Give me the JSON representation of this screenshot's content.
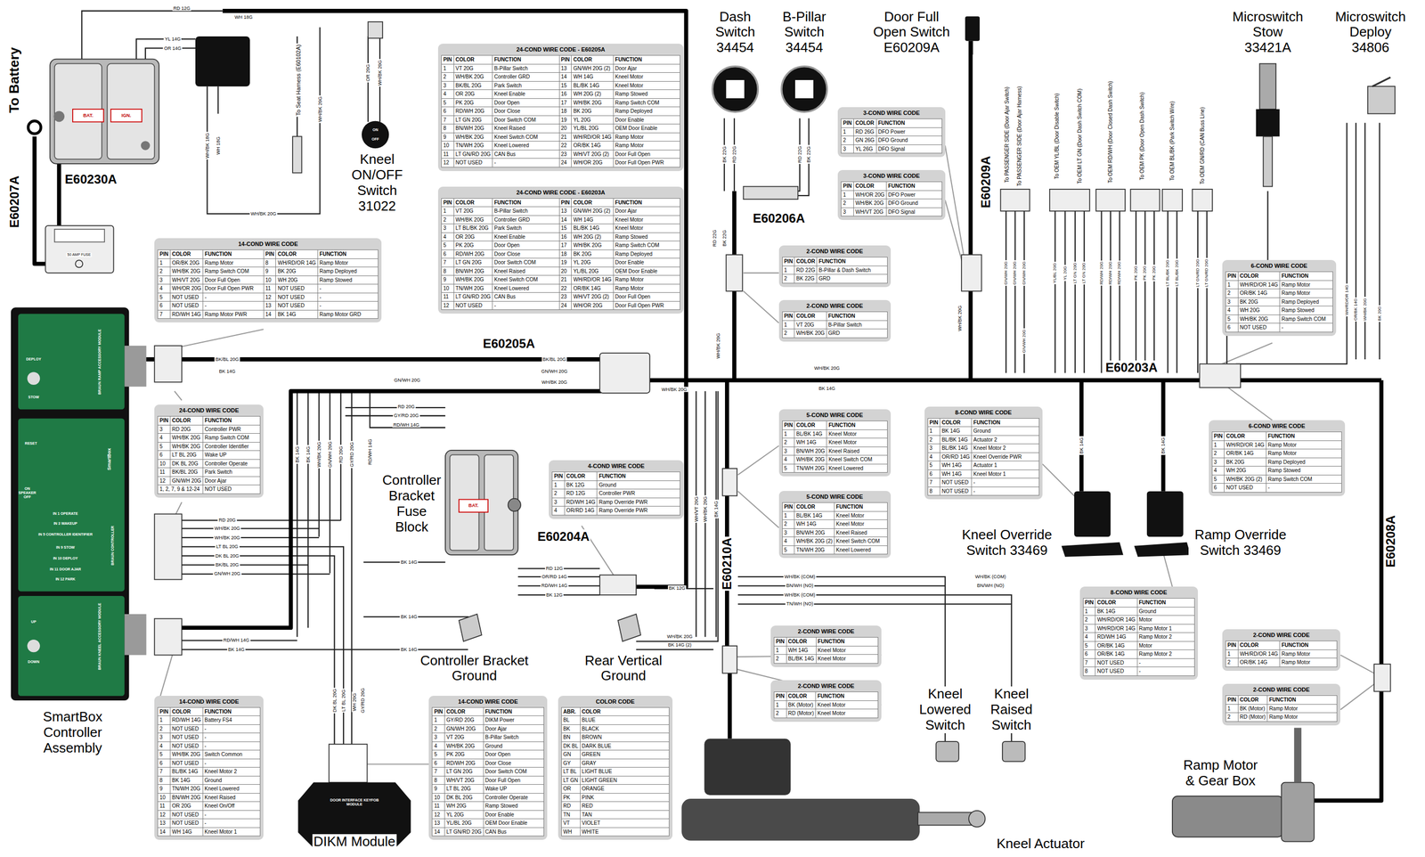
{
  "diagram": {
    "nodes": [
      {
        "text": [
          "24-COND WIRE CODE - E60205A",
          "PIN",
          "COLOR",
          "FUNCTION",
          "PIN",
          "COLOR",
          "FUNCTION",
          "1",
          "VT 20G",
          "B-Pillar Switch",
          "13",
          "GN/WH 20G (2)",
          "Door Ajar",
          "2",
          "WH/BK 20G",
          "Controller GRD",
          "14",
          "WH 14G",
          "Kneel Motor",
          "3",
          "BK/BL 20G",
          "Park Switch",
          "15",
          "BL/BK 14G",
          "Kneel Motor",
          "4",
          "OR 20G",
          "Kneel Enable",
          "16",
          "WH 20G (2)",
          "Ramp Stowed",
          "5",
          "PK 20G",
          "Door Open",
          "17",
          "WH/BK 20G",
          "Ramp Switch COM",
          "6",
          "RD/WH 20G",
          "Door Close",
          "18",
          "BK 20G",
          "Ramp Deployed",
          "7",
          "LT GN 20G",
          "Door Switch COM",
          "19",
          "YL 20G",
          "Door Enable",
          "8",
          "BN/WH 20G",
          "Kneel Raised",
          "20",
          "YL/BL 20G",
          "OEM Door Enable",
          "9",
          "WH/BK 20G",
          "Kneel Switch COM",
          "21",
          "WH/RD/OR 14G",
          "Ramp Motor",
          "10",
          "TN/WH 20G",
          "Kneel Lowered",
          "22",
          "OR/BK 14G",
          "Ramp Motor",
          "11",
          "LT GN/RD 20G",
          "CAN Bus",
          "23",
          "WH/VT 20G (2)",
          "Door Full Open",
          "12",
          "NOT USED",
          "-",
          "24",
          "WH/OR 20G",
          "Door Full Open PWR"
        ]
      },
      {
        "text": [
          "24-COND WIRE CODE - E60203A",
          "PIN",
          "COLOR",
          "FUNCTION",
          "PIN",
          "COLOR",
          "FUNCTION",
          "1",
          "VT 20G",
          "B-Pillar Switch",
          "13",
          "GN/WH 20G (2)",
          "Door Ajar",
          "2",
          "WH/BK 20G",
          "Controller GRD",
          "14",
          "WH 14G",
          "Kneel Motor",
          "3",
          "LT BL/BK 20G",
          "Park Switch",
          "15",
          "BL/BK 14G",
          "Kneel Motor",
          "4",
          "OR 20G",
          "Kneel Enable",
          "16",
          "WH 20G (2)",
          "Ramp Stowed",
          "5",
          "PK 20G",
          "Door Open",
          "17",
          "WH/BK 20G",
          "Ramp Switch COM",
          "6",
          "RD/WH 20G",
          "Door Close",
          "18",
          "BK 20G",
          "Ramp Deployed",
          "7",
          "LT GN 20G",
          "Door Switch COM",
          "19",
          "YL 20G",
          "Door Enable",
          "8",
          "BN/WH 20G",
          "Kneel Raised",
          "20",
          "YL/BL 20G",
          "OEM Door Enable",
          "9",
          "WH/BK 20G",
          "Kneel Switch COM",
          "21",
          "WH/RD/OR 14G",
          "Ramp Motor",
          "10",
          "TN/WH 20G",
          "Kneel Lowered",
          "22",
          "OR/BK 14G",
          "Ramp Motor",
          "11",
          "LT GN/RD 20G",
          "CAN Bus",
          "23",
          "WH/VT 20G (2)",
          "Door Full Open",
          "12",
          "NOT USED",
          "-",
          "24",
          "WH/OR 20G",
          "Door Full Open PWR"
        ]
      },
      {
        "text": [
          "3-COND WIRE CODE",
          "PIN",
          "COLOR",
          "FUNCTION",
          "1",
          "RD 26G",
          "DFO Power",
          "2",
          "GN 26G",
          "DFO Ground",
          "3",
          "YL 26G",
          "DFO Signal"
        ]
      },
      {
        "text": [
          "3-COND WIRE CODE",
          "PIN",
          "COLOR",
          "FUNCTION",
          "1",
          "WH/OR 20G",
          "DFO Power",
          "2",
          "WH/BK 20G",
          "DFO Ground",
          "3",
          "WH/VT 20G",
          "DFO Signal"
        ]
      },
      {
        "text": [
          "14-COND WIRE CODE",
          "PIN",
          "COLOR",
          "FUNCTION",
          "PIN",
          "COLOR",
          "FUNCTION",
          "1",
          "OR/BK 20G",
          "Ramp Motor",
          "8",
          "WH/RD/OR 14G",
          "Ramp Motor",
          "2",
          "WH/BK 20G",
          "Ramp Switch COM",
          "9",
          "BK 20G",
          "Ramp Deployed",
          "3",
          "WH/VT 20G",
          "Door Full Open",
          "10",
          "WH 20G",
          "Ramp Stowed",
          "4",
          "WH/OR 20G",
          "Door Full Open PWR",
          "11",
          "NOT USED",
          "-",
          "5",
          "NOT USED",
          "-",
          "12",
          "NOT USED",
          "-",
          "6",
          "NOT USED",
          "-",
          "13",
          "NOT USED",
          "-",
          "7",
          "RD/WH 14G",
          "Ramp Motor PWR",
          "14",
          "BK 14G",
          "Ramp Motor GRD"
        ]
      },
      {
        "text": [
          "2-COND WIRE CODE",
          "PIN",
          "COLOR",
          "FUNCTION",
          "1",
          "RD 22G",
          "B-Pillar & Dash Switch",
          "2",
          "BK 22G",
          "GRD"
        ]
      },
      {
        "text": [
          "2-COND WIRE CODE",
          "PIN",
          "COLOR",
          "FUNCTION",
          "1",
          "VT 20G",
          "B-Pillar Switch",
          "2",
          "WH/BK 20G",
          "GRD"
        ]
      },
      {
        "text": [
          "24-COND WIRE CODE",
          "PIN",
          "COLOR",
          "FUNCTION",
          "3",
          "RD 20G",
          "Controller PWR",
          "4",
          "WH/BK 20G",
          "Ramp Switch COM",
          "5",
          "WH/BK 20G",
          "Controller Identifier",
          "6",
          "LT BL 20G",
          "Wake UP",
          "10",
          "DK BL 20G",
          "Controller Operate",
          "11",
          "BK/BL 20G",
          "Park Switch",
          "12",
          "GN/WH 20G",
          "Door Ajar",
          "1, 2, 7, 9 & 12-24",
          "NOT USED"
        ]
      },
      {
        "text": [
          "5-COND WIRE CODE",
          "PIN",
          "COLOR",
          "FUNCTION",
          "1",
          "BL/BK 14G",
          "Kneel Motor",
          "2",
          "WH 14G",
          "Kneel Motor",
          "3",
          "BN/WH 20G",
          "Kneel Raised",
          "4",
          "WH/BK 20G",
          "Kneel Switch COM",
          "5",
          "TN/WH 20G",
          "Kneel Lowered"
        ]
      },
      {
        "text": [
          "8-COND WIRE CODE",
          "PIN",
          "COLOR",
          "FUNCTION",
          "1",
          "BK 14G",
          "Ground",
          "2",
          "BL/BK 14G",
          "Actuator 2",
          "3",
          "BL/BK 14G",
          "Kneel Motor 2",
          "4",
          "OR/RD 14G",
          "Kneel Override PWR",
          "5",
          "WH 14G",
          "Actuator 1",
          "6",
          "WH 14G",
          "Kneel Motor 1",
          "7",
          "NOT USED",
          "-",
          "8",
          "NOT USED",
          "-"
        ]
      },
      {
        "text": [
          "6-COND WIRE CODE",
          "PIN",
          "COLOR",
          "FUNCTION",
          "1",
          "WH/RD/OR 14G",
          "Ramp Motor",
          "2",
          "OR/BK 14G",
          "Ramp Motor",
          "3",
          "BK 20G",
          "Ramp Deployed",
          "4",
          "WH 20G",
          "Ramp Stowed",
          "5",
          "WH/BK 20G",
          "Ramp Switch COM",
          "6",
          "NOT USED",
          "-"
        ]
      },
      {
        "text": [
          "6-COND WIRE CODE",
          "PIN",
          "COLOR",
          "FUNCTION",
          "1",
          "WH/RD/OR 14G",
          "Ramp Motor",
          "2",
          "OR/BK 14G",
          "Ramp Motor",
          "3",
          "BK 20G",
          "Ramp Deployed",
          "4",
          "WH 20G",
          "Ramp Stowed",
          "5",
          "WH/BK 20G (2)",
          "Ramp Switch COM",
          "6",
          "NOT USED",
          "-"
        ]
      },
      {
        "text": [
          "4-COND WIRE CODE",
          "PIN",
          "COLOR",
          "FUNCTION",
          "1",
          "BK 12G",
          "Ground",
          "2",
          "RD 12G",
          "Controller PWR",
          "3",
          "RD/WH 14G",
          "Ramp Override PWR",
          "4",
          "OR/RD 14G",
          "Ramp Override PWR"
        ]
      },
      {
        "text": [
          "5-COND WIRE CODE",
          "PIN",
          "COLOR",
          "FUNCTION",
          "1",
          "BL/BK 14G",
          "Kneel Motor",
          "2",
          "WH 14G",
          "Kneel Motor",
          "3",
          "BN/WH 20G",
          "Kneel Raised",
          "4",
          "WH/BK 20G (2)",
          "Kneel Switch COM",
          "5",
          "TN/WH 20G",
          "Kneel Lowered"
        ]
      },
      {
        "text": [
          "8-COND WIRE CODE",
          "PIN",
          "COLOR",
          "FUNCTION",
          "1",
          "BK 14G",
          "Ground",
          "2",
          "WH/RD/OR 14G",
          "Motor",
          "3",
          "WH/RD/OR 14G",
          "Ramp Motor 1",
          "4",
          "RD/WH 14G",
          "Ramp Motor 2",
          "5",
          "OR/BK 14G",
          "Motor",
          "6",
          "OR/BK 14G",
          "Ramp Motor 2",
          "7",
          "NOT USED",
          "-",
          "8",
          "NOT USED",
          "-"
        ]
      },
      {
        "text": [
          "2-COND WIRE CODE",
          "PIN",
          "COLOR",
          "FUNCTION",
          "1",
          "WH 14G",
          "Kneel Motor",
          "2",
          "BL/BK 14G",
          "Kneel Motor"
        ]
      },
      {
        "text": [
          "2-COND WIRE CODE",
          "PIN",
          "COLOR",
          "FUNCTION",
          "1",
          "WH/RD/OR 14G",
          "Ramp Motor",
          "2",
          "OR/BK 14G",
          "Ramp Motor"
        ]
      },
      {
        "text": [
          "2-COND WIRE CODE",
          "PIN",
          "COLOR",
          "FUNCTION",
          "1",
          "BK (Motor)",
          "Kneel Motor",
          "2",
          "RD (Motor)",
          "Kneel Motor"
        ]
      },
      {
        "text": [
          "2-COND WIRE CODE",
          "PIN",
          "COLOR",
          "FUNCTION",
          "1",
          "BK (Motor)",
          "Ramp Motor",
          "2",
          "RD (Motor)",
          "Ramp Motor"
        ]
      },
      {
        "text": [
          "14-COND WIRE CODE",
          "PIN",
          "COLOR",
          "FUNCTION",
          "1",
          "RD/WH 14G",
          "Battery FS4",
          "2",
          "NOT USED",
          "-",
          "3",
          "NOT USED",
          "-",
          "4",
          "NOT USED",
          "-",
          "5",
          "WH/BK 20G",
          "Switch Common",
          "6",
          "NOT USED",
          "-",
          "7",
          "BL/BK 14G",
          "Kneel Motor 2",
          "8",
          "BK 14G",
          "Ground",
          "9",
          "TN/WH 20G",
          "Kneel Lowered",
          "10",
          "BN/WH 20G",
          "Kneel Raised",
          "11",
          "OR 20G",
          "Kneel On/Off",
          "12",
          "NOT USED",
          "-",
          "13",
          "NOT USED",
          "-",
          "14",
          "WH 14G",
          "Kneel Motor 1"
        ]
      },
      {
        "text": [
          "14-COND WIRE CODE",
          "PIN",
          "COLOR",
          "FUNCTION",
          "1",
          "GY/RD 20G",
          "DIKM Power",
          "2",
          "GN/WH 20G",
          "Door Ajar",
          "3",
          "VT 20G",
          "B-Pillar Switch",
          "4",
          "WH/BK 20G",
          "Ground",
          "5",
          "PK 20G",
          "Door Open",
          "6",
          "RD/WH 20G",
          "Door Close",
          "7",
          "LT GN 20G",
          "Door Switch COM",
          "8",
          "WH/VT 20G",
          "Door Full Open",
          "9",
          "LT BL 20G",
          "Wake UP",
          "10",
          "DK BL 20G",
          "Controller Operate",
          "11",
          "WH 20G",
          "Ramp Stowed",
          "12",
          "YL 20G",
          "Door Enable",
          "13",
          "YL/BL 20G",
          "OEM Door Enable",
          "14",
          "LT GN/RD 20G",
          "CAN Bus"
        ]
      },
      {
        "text": [
          "COLOR CODE",
          "ABR.",
          "COLOR",
          "BL",
          "BLUE",
          "BK",
          "BLACK",
          "BN",
          "BROWN",
          "DK BL",
          "DARK BLUE",
          "GN",
          "GREEN",
          "GY",
          "GRAY",
          "LT BL",
          "LIGHT BLUE",
          "LT GN",
          "LIGHT GREEN",
          "OR",
          "ORANGE",
          "PK",
          "PINK",
          "RD",
          "RED",
          "TN",
          "TAN",
          "VT",
          "VIOLET",
          "WH",
          "WHITE"
        ]
      }
    ],
    "labels": [
      "To Battery",
      "E60207A",
      "E60230A",
      "BAT.",
      "IGN.",
      "50 AMP FUSE",
      "RD 12G",
      "WH 18G",
      "YL 14G",
      "OR 14G",
      "WH/BK 18G",
      "WH 18G",
      "To Seat Harness (E60102A)",
      "WH/BK 20G",
      "OR 20G",
      "WH/BK 20G",
      "ON",
      "OFF",
      "Kneel ON/OFF Switch 31022",
      "WH/BK 20G",
      "E60205A",
      "BK/BL 20G",
      "BK 14G",
      "BK/BL 20G",
      "GN/WH 20G",
      "GN/WH 20G",
      "WH/BK 20G",
      "WH/BK 20G",
      "WH/BK 20G",
      "BK 14G",
      "RD 20G",
      "GY/RD 20G",
      "RD/WH 14G",
      "BK 14G",
      "BK 14G",
      "WH/BK 20G",
      "GN/WH 20G",
      "RD 20G",
      "GY/RD 20G",
      "RD/WH 14G",
      "Controller Bracket Fuse Block",
      "BAT.",
      "E60204A",
      "RD 20G",
      "WH/BK 20G",
      "WH/BK 20G",
      "LT BL 20G",
      "DK BL 20G",
      "BK/BL 20G",
      "GN/WH 20G",
      "RD 12G",
      "OR/RD 14G",
      "RD/WH 14G",
      "BK 12G",
      "BK 14G",
      "BK 12G",
      "BK 14G",
      "RD/WH 14G",
      "BK 14G",
      "BK 14G",
      "Controller Bracket Ground",
      "Rear Vertical Ground",
      "WH/BK 20G",
      "BK 14G (2)",
      "DK BL 20G",
      "LT BL 20G",
      "WH 20G",
      "GY/RD 20G",
      "DOOR INTERFACE KEYFOB MODULE",
      "DIKM Module",
      "SmartBox Controller Assembly",
      "DEPLOY",
      "STOW",
      "BRAUN RAMP ACCESSORY MODULE",
      "RESET",
      "SmartBox",
      "ON SPEAKER OFF",
      "IN 1 OPERATE",
      "IN 3 WAKEUP",
      "IN 5 CONTROLLER IDENTIFIER",
      "IN 9 STOW",
      "IN 10 DEPLOY",
      "IN 11 DOOR AJAR",
      "IN 12 PARK",
      "BRAUN CONTROLLER",
      "UP",
      "DOWN",
      "BRAUN KNEEL ACCESSORY MODULE",
      "Dash Switch 34454",
      "B-Pillar Switch 34454",
      "Door Full Open Switch E60209A",
      "BK 22G",
      "RD 22G",
      "RD 22G",
      "BK 22G",
      "E60206A",
      "RD 22G",
      "BK 22G",
      "E60209A",
      "WH/BK 20G",
      "WH/BK 20G",
      "To PASSENGER SIDE (Door Ajar Switch)",
      "To PASSENGER SIDE (Door Ajar Harness)",
      "To OEM YL/BL (Door Disable Switch)",
      "To OEM LT GN (Door Dash Switch COM)",
      "To OEM RD/WH (Door Closed Dash Switch)",
      "To OEM PK (Door Open Dash Switch)",
      "To OEM BL/BK (Park Switch Wire)",
      "To OEM GN/RD (CAN Buss Line)",
      "GN/WH 20G",
      "GN/WH 20G",
      "GN/WH 20G",
      "YL/BL 20G",
      "YL 20G",
      "LT GN 20G",
      "LT GN 20G",
      "RD/WH 20G",
      "RD/WH 20G",
      "RD/WH 20G",
      "PK 20G",
      "PK 20G",
      "PK 20G",
      "LT BL/BK 20G",
      "LT BL/BK 20G",
      "LT GN/RD 20G",
      "LT GN/RD 20G",
      "GN/WH 20G",
      "Microswitch Stow 33421A",
      "Microswitch Deploy 34806",
      "WH/RD/OR 14G",
      "OR/BK 14G",
      "WH/BK 20G",
      "BK 20G",
      "E60203A",
      "BK 14G",
      "BK 14G",
      "WH/VT 20G",
      "WH/BK 20G",
      "BK 14G",
      "E60210A",
      "Kneel Override Switch 33469",
      "Ramp Override Switch 33469",
      "E60208A",
      "WH/BK (COM)",
      "BN/WH (NO)",
      "WH/BK (COM)",
      "TN/WH (NO)",
      "WH/BK (COM)",
      "BN/WH (NO)",
      "Kneel Lowered Switch",
      "Kneel Raised Switch",
      "Kneel Actuator",
      "Ramp Motor & Gear Box"
    ]
  }
}
